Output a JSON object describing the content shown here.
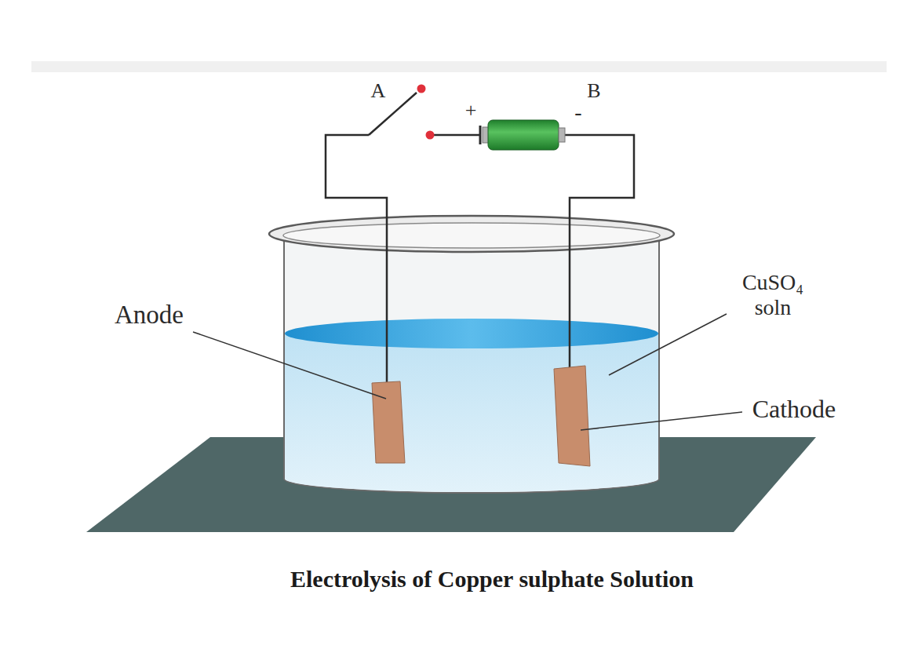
{
  "diagram": {
    "caption": "Electrolysis of Copper sulphate Solution",
    "labels": [
      "A",
      "+",
      "B",
      "-",
      "Anode",
      "CuSO₄ soln",
      "Cathode"
    ]
  }
}
